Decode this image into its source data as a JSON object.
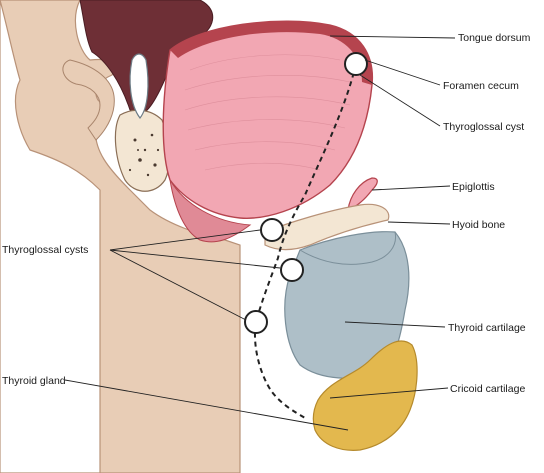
{
  "labels": {
    "tongue_dorsum": "Tongue dorsum",
    "foramen_cecum": "Foramen cecum",
    "thyroglossal_cyst": "Thyroglossal cyst",
    "epiglottis": "Epiglottis",
    "hyoid_bone": "Hyoid bone",
    "thyroglossal_cysts": "Thyroglossal cysts",
    "thyroid_cartilage": "Thyroid cartilage",
    "thyroid_gland": "Thyroid gland",
    "cricoid_cartilage": "Cricoid cartilage"
  },
  "colors": {
    "skin": "#e8cdb6",
    "tongue": "#f2a7b3",
    "tongue_dark": "#b5444e",
    "oral_cavity": "#6e2f36",
    "bone": "#f3e6d3",
    "cartilage": "#aebfc8",
    "thyroid_gland": "#e3b84e"
  }
}
